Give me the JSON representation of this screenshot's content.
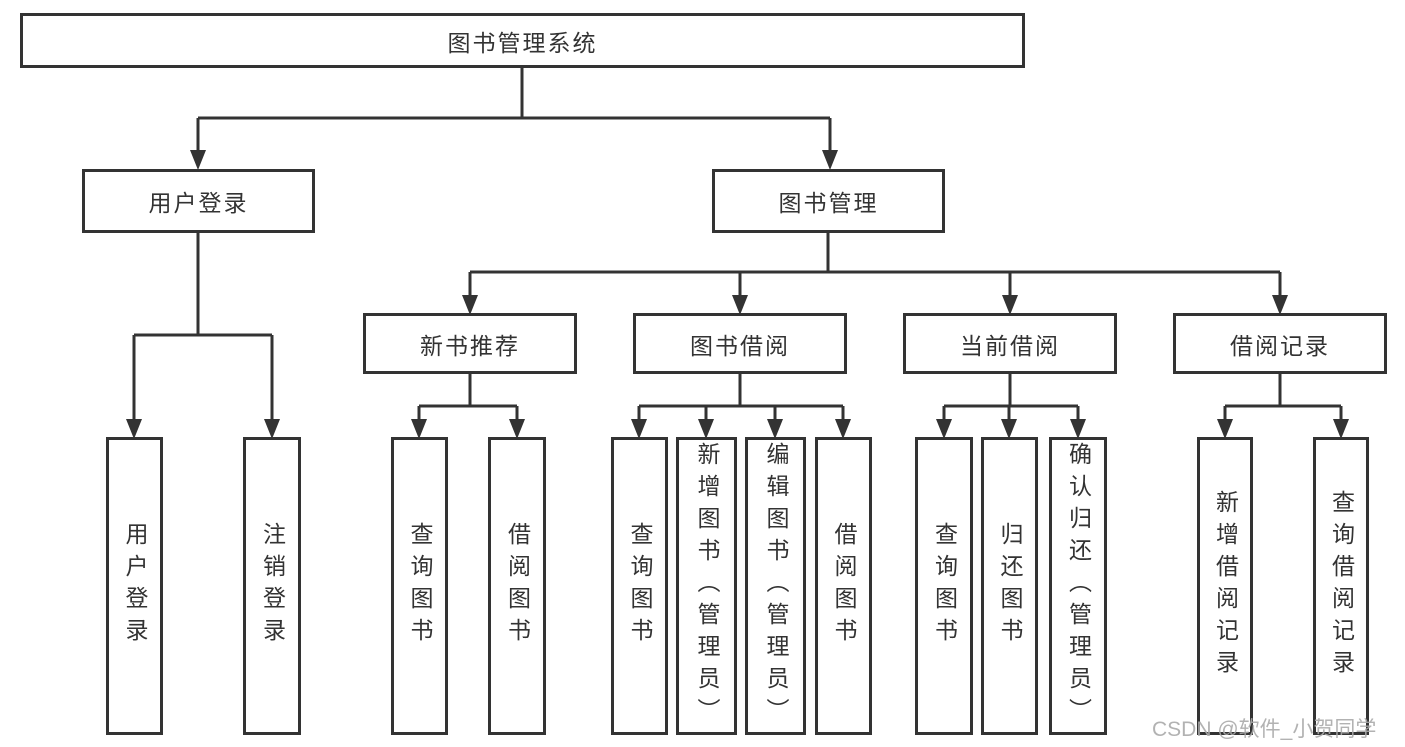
{
  "diagram": {
    "root": {
      "label": "图书管理系统"
    },
    "branches": [
      {
        "label": "用户登录",
        "leaves": [
          "用户登录",
          "注销登录"
        ]
      },
      {
        "label": "图书管理",
        "children": [
          {
            "label": "新书推荐",
            "leaves": [
              "查询图书",
              "借阅图书"
            ]
          },
          {
            "label": "图书借阅",
            "leaves": [
              "查询图书",
              "新增图书（管理员）",
              "编辑图书（管理员）",
              "借阅图书"
            ]
          },
          {
            "label": "当前借阅",
            "leaves": [
              "查询图书",
              "归还图书",
              "确认归还（管理员）"
            ]
          },
          {
            "label": "借阅记录",
            "leaves": [
              "新增借阅记录",
              "查询借阅记录"
            ]
          }
        ]
      }
    ]
  },
  "watermark": "CSDN @软件_小贺同学",
  "colors": {
    "line": "#333333",
    "text": "#333333",
    "background": "#ffffff",
    "watermark": "#aaaaaa"
  }
}
